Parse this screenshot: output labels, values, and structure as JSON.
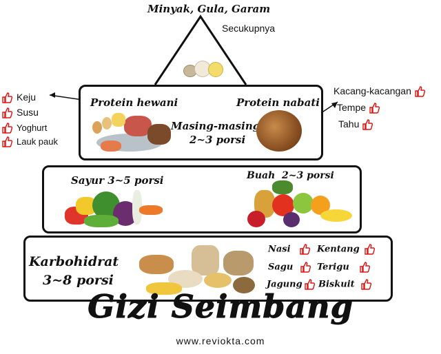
{
  "apex": {
    "title": "Minyak, Gula, Garam",
    "subtitle": "Secukupnya"
  },
  "protein": {
    "animal_label": "Protein hewani",
    "plant_label": "Protein nabati",
    "portion_line1": "Masing-masing",
    "portion_line2": "2~3 porsi",
    "animal_examples": [
      "Keju",
      "Susu",
      "Yoghurt",
      "Lauk pauk"
    ],
    "plant_examples": [
      "Kacang-kacangan",
      "Tempe",
      "Tahu"
    ]
  },
  "produce": {
    "vegetable_label": "Sayur 3~5 porsi",
    "fruit_label": "Buah  2~3 porsi"
  },
  "carbs": {
    "label_line1": "Karbohidrat",
    "label_line2": "3~8 porsi",
    "items": [
      "Nasi",
      "Kentang",
      "Sagu",
      "Terigu",
      "Jagung",
      "Biskuit"
    ]
  },
  "footer": {
    "title": "Gizi Seimbang",
    "website": "www.reviokta.com"
  },
  "colors": {
    "like_icon": "#e01010",
    "outline": "#111111"
  },
  "icons": [
    "thumbs-up-icon",
    "arrow-icon",
    "food-photo"
  ]
}
